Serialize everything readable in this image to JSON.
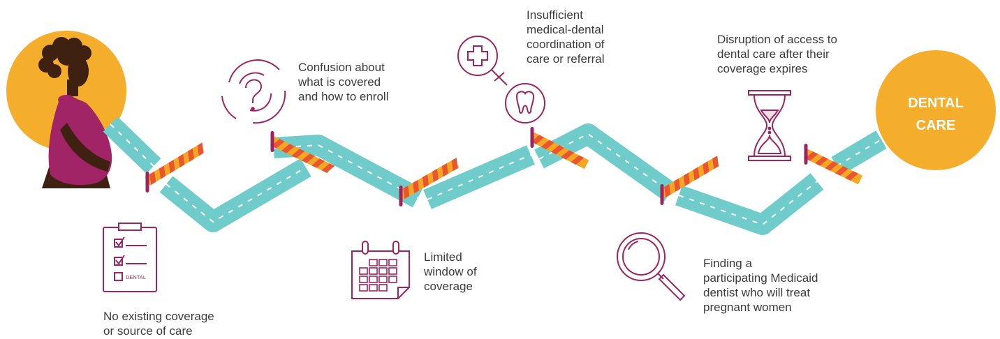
{
  "colors": {
    "road": "#6fcccb",
    "road_dash": "#ffffff",
    "barrier_stripe_a": "#f5a623",
    "barrier_stripe_b": "#e8552e",
    "post": "#9b2560",
    "icon_stroke": "#9b2560",
    "sun": "#f5ad2c",
    "skin": "#3e2110",
    "dress": "#a02466"
  },
  "barriers": [
    {
      "text": "No existing coverage\nor source of care",
      "icon": "clipboard-checklist-icon",
      "icon_text": "DENTAL"
    },
    {
      "text": "Confusion about\nwhat is covered\nand how to enroll",
      "icon": "question-mark-icon"
    },
    {
      "text": "Limited\nwindow of\ncoverage",
      "icon": "calendar-icon"
    },
    {
      "text": "Insufficient\nmedical-dental\ncoordination of\ncare or referral",
      "icon": "medical-cross-and-tooth-icon"
    },
    {
      "text": "Finding a\nparticipating Medicaid\ndentist who will treat\npregnant women",
      "icon": "magnifying-glass-icon"
    },
    {
      "text": "Disruption of access to\ndental care after their\ncoverage expires",
      "icon": "hourglass-icon"
    }
  ],
  "destination": {
    "line1": "DENTAL",
    "line2": "CARE"
  },
  "start_figure": {
    "icon": "pregnant-woman-icon"
  }
}
